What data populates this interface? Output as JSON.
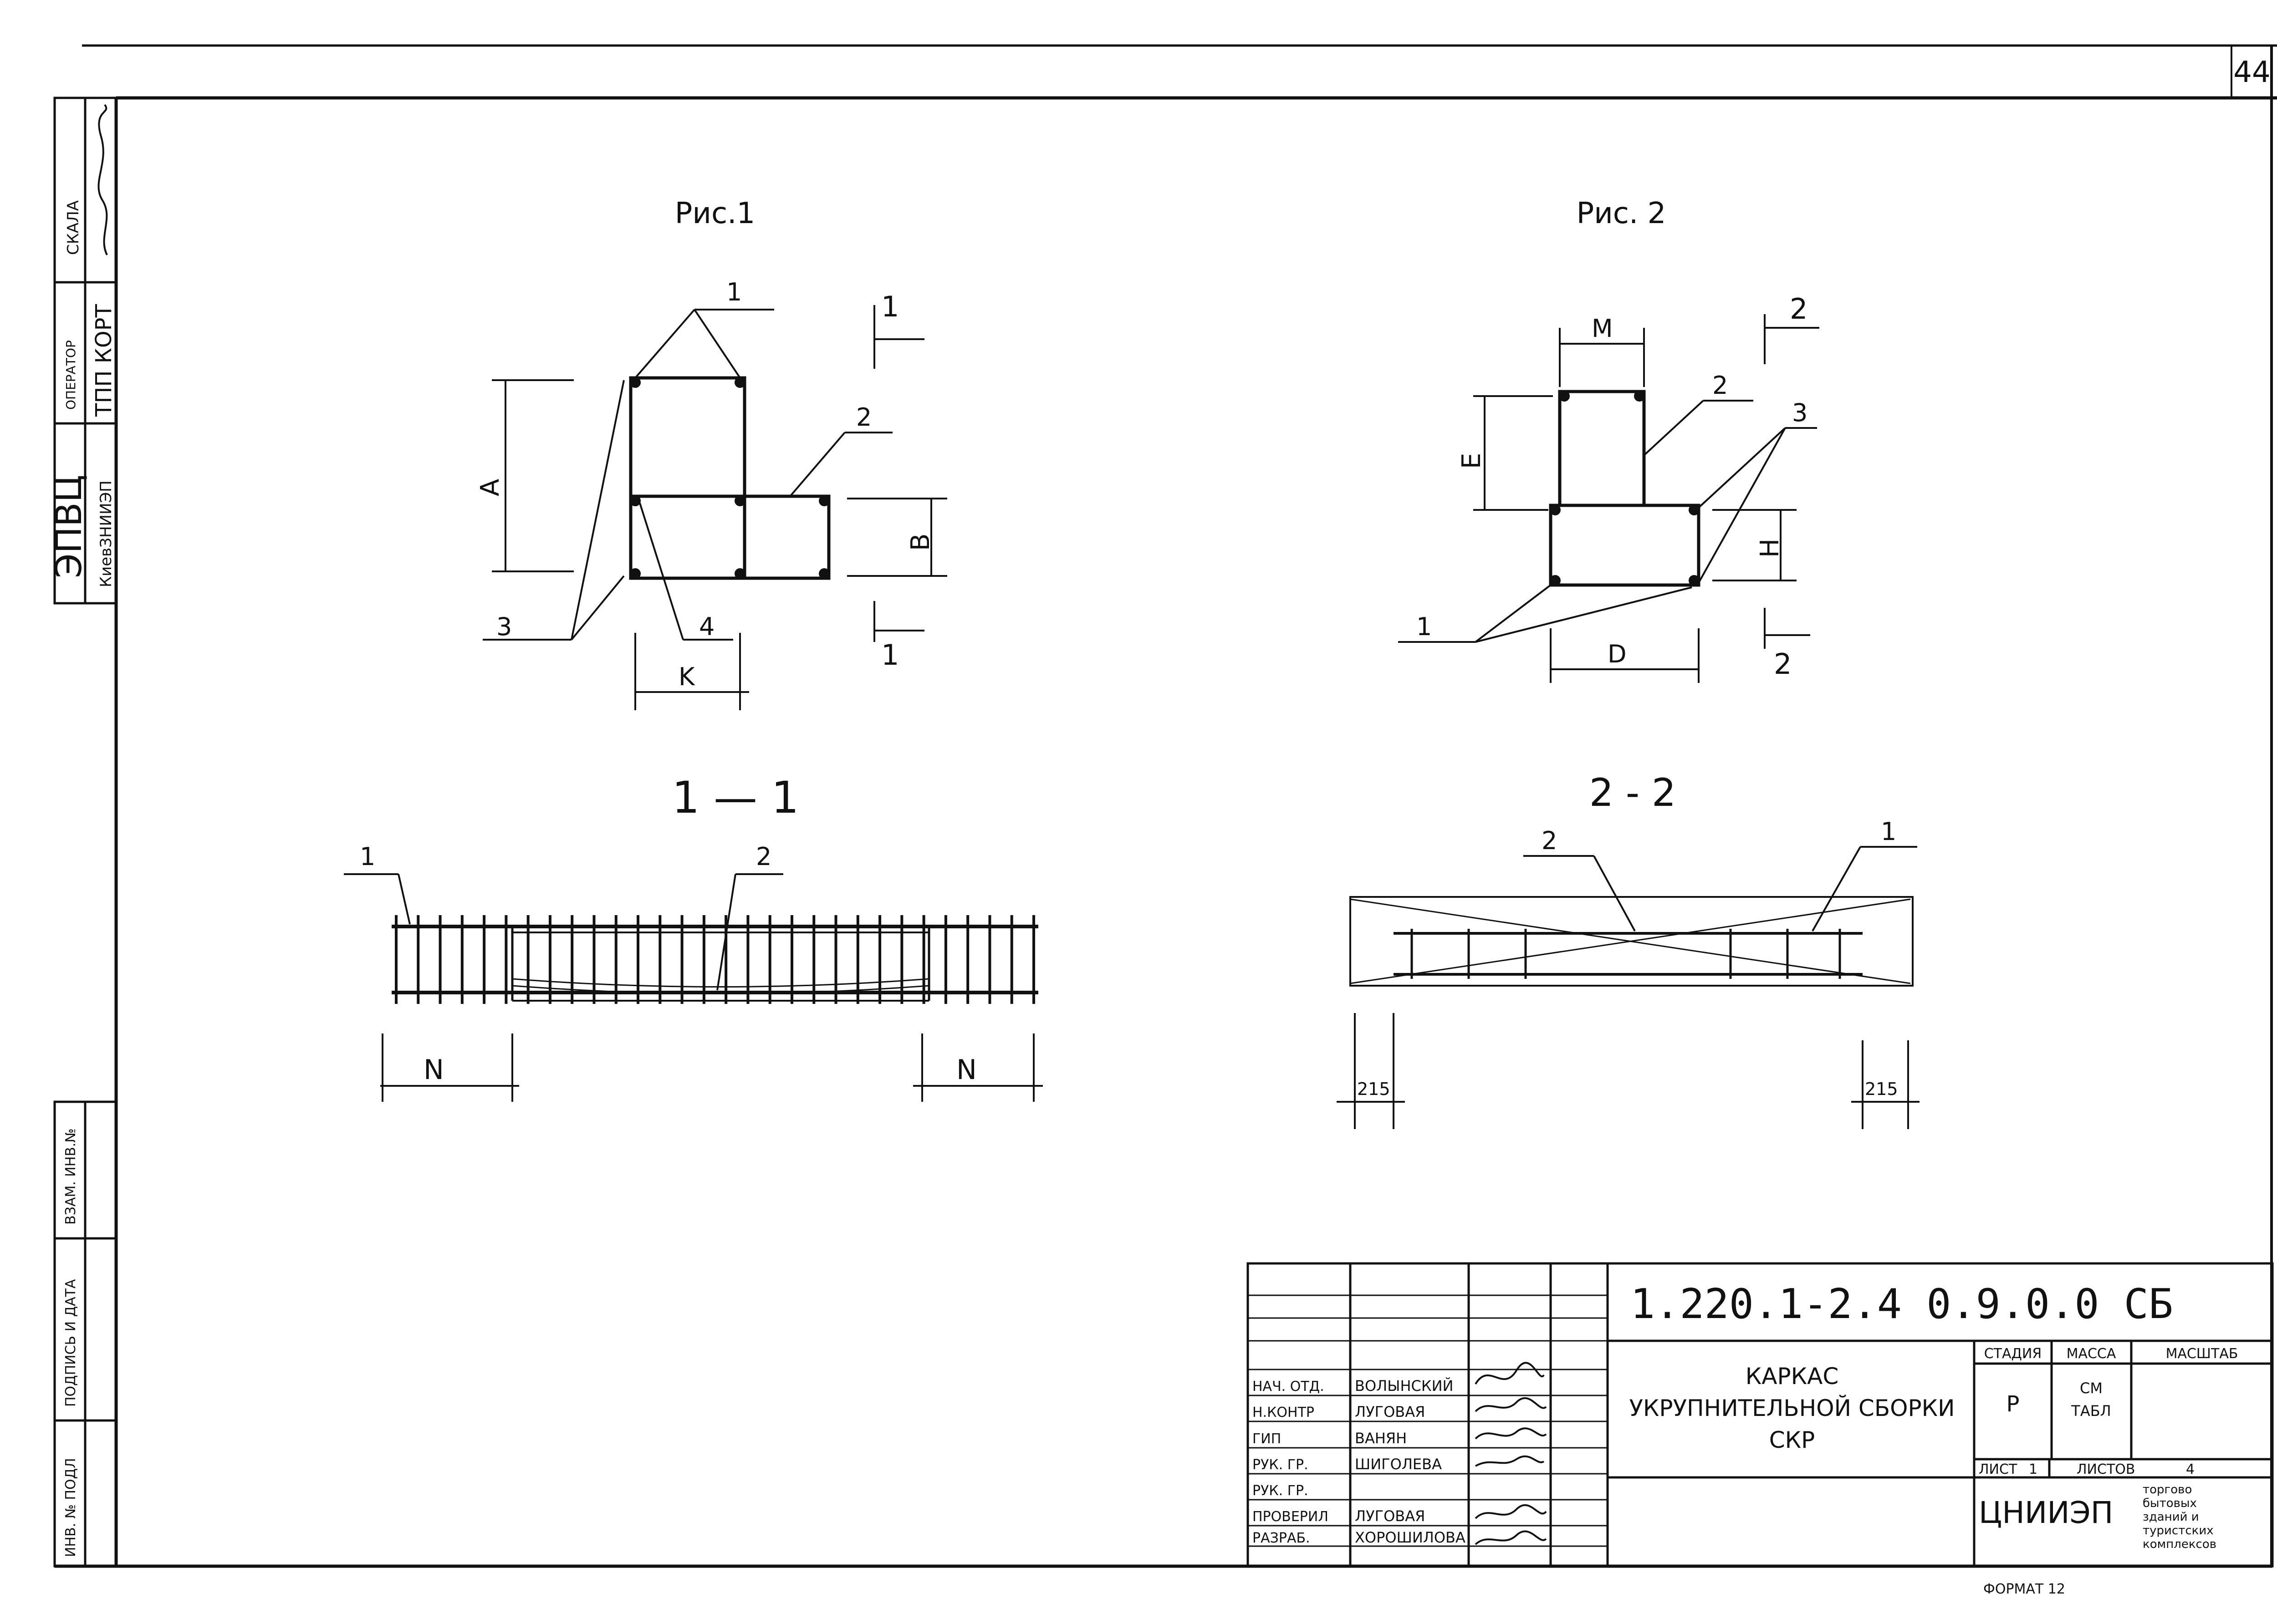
{
  "sheet_number": "44",
  "left_stamp": {
    "org_main": "ЭПВЦ",
    "org_sub": "КиевЗНИИЭП",
    "operator_label": "ОПЕРАТОР",
    "operator_value": "ТПП КОРТ",
    "skala_label": "СКАЛА"
  },
  "side_columns": {
    "inv_podl": "ИНВ. № ПОДЛ",
    "podpis_data": "ПОДПИСЬ И ДАТА",
    "vzam_inv": "ВЗАМ. ИНВ.№"
  },
  "fig1": {
    "title": "Рис.1",
    "labels": {
      "a": "A",
      "b": "B",
      "k": "K",
      "n1": "1",
      "n2": "2",
      "n3": "3",
      "n4": "4"
    },
    "section_mark": "1"
  },
  "fig2": {
    "title": "Рис. 2",
    "labels": {
      "m": "M",
      "e": "E",
      "h": "H",
      "d": "D",
      "n1": "1",
      "n2": "2",
      "n3": "3"
    },
    "section_mark": "2"
  },
  "sec11": {
    "title": "1 — 1",
    "labels": {
      "n1": "1",
      "n2": "2",
      "n_left": "N",
      "n_right": "N"
    }
  },
  "sec22": {
    "title": "2 - 2",
    "labels": {
      "n1": "1",
      "n2": "2",
      "dim_left": "215",
      "dim_right": "215"
    }
  },
  "title_block": {
    "doc_code": "1.220.1-2.4 0.9.0.0 СБ",
    "name_lines": [
      "КАРКАС",
      "УКРУПНИТЕЛЬНОЙ СБОРКИ",
      "СКР"
    ],
    "roles": [
      {
        "role": "НАЧ. ОТД.",
        "name": "ВОЛЫНСКИЙ"
      },
      {
        "role": "Н.КОНТР",
        "name": "ЛУГОВАЯ"
      },
      {
        "role": "ГИП",
        "name": "ВАНЯН"
      },
      {
        "role": "РУК. ГР.",
        "name": "ШИГОЛЕВА"
      },
      {
        "role": "РУК. ГР.",
        "name": ""
      },
      {
        "role": "ПРОВЕРИЛ",
        "name": "ЛУГОВАЯ"
      },
      {
        "role": "РАЗРАБ.",
        "name": "ХОРОШИЛОВА"
      }
    ],
    "stage_label": "СТАДИЯ",
    "mass_label": "МАССА",
    "scale_label": "МАСШТАБ",
    "stage_value": "Р",
    "mass_value_1": "СМ",
    "mass_value_2": "ТАБЛ",
    "sheet_label": "ЛИСТ",
    "sheet_value": "1",
    "sheets_label": "ЛИСТОВ",
    "sheets_value": "4",
    "org": "ЦНИИЭП",
    "org_desc_lines": [
      "торгово",
      "бытовых",
      "зданий и",
      "туристских",
      "комплексов"
    ]
  },
  "format_label": "ФОРМАТ 12"
}
